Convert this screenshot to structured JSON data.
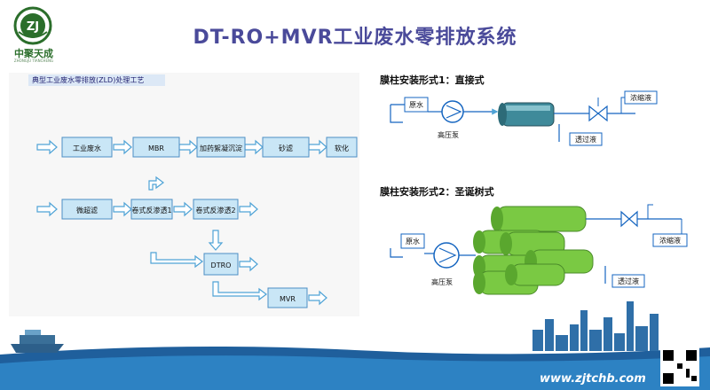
{
  "header": {
    "title": "DT-RO+MVR工业废水零排放系统",
    "logo_text": "中聚天成",
    "logo_sub": "ZHONGJU TIANCHENG"
  },
  "left_panel": {
    "title": "典型工业废水零排放(ZLD)处理工艺",
    "boxes": {
      "industrial_wastewater": "工业废水",
      "mbr": "MBR",
      "chemical_coagulation": "加药絮凝沉淀",
      "sand_filter": "砂滤",
      "softening": "软化",
      "ultrafiltration": "微超滤",
      "spiral_ro1": "卷式反渗透1",
      "spiral_ro2": "卷式反渗透2",
      "dtro": "DTRO",
      "mvr": "MVR"
    }
  },
  "right_panel": {
    "form1_title": "膜柱安装形式1：直接式",
    "form2_title": "膜柱安装形式2：圣诞树式",
    "raw_water": "原水",
    "high_pressure_pump": "高压泵",
    "concentrate": "浓缩液",
    "permeate": "透过液"
  },
  "footer": {
    "url": "www.zjtchb.com"
  },
  "colors": {
    "box_fill": "#c9e6f6",
    "box_stroke": "#4d8fc4",
    "arrow": "#4fa3d6",
    "line_blue": "#1565c0",
    "cylinder_green": "#7ac943",
    "cylinder_dark": "#4a8a2a",
    "title_color": "#4a4a9a"
  }
}
